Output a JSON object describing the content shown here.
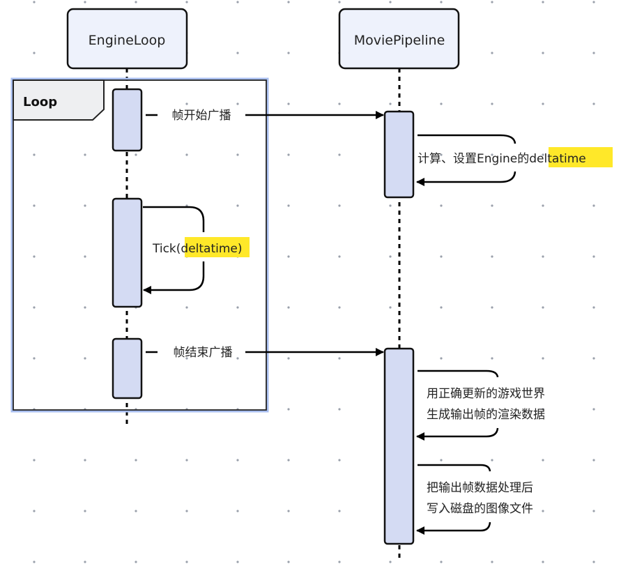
{
  "colors": {
    "participant_fill": "#eef2fc",
    "activation_fill": "#d4dbf3",
    "loop_header_fill": "#eeeff1",
    "loop_border_highlight": "#a9bff0",
    "highlight": "#ffe829",
    "grid_dot": "#9aa0ab",
    "line": "#000000"
  },
  "participants": [
    {
      "id": "engine",
      "label": "EngineLoop"
    },
    {
      "id": "pipeline",
      "label": "MoviePipeline"
    }
  ],
  "fragment": {
    "type": "loop",
    "label": "Loop"
  },
  "messages": [
    {
      "id": "m1",
      "from": "engine",
      "to": "pipeline",
      "parts": [
        {
          "text": "帧开始广播",
          "highlight": false
        }
      ]
    },
    {
      "id": "m2",
      "from": "pipeline",
      "to": "pipeline",
      "parts": [
        {
          "text": "计算、设置Engine的",
          "highlight": false
        },
        {
          "text": "deltatime",
          "highlight": true
        }
      ]
    },
    {
      "id": "m3",
      "from": "engine",
      "to": "engine",
      "parts": [
        {
          "text": "Tick(",
          "highlight": false
        },
        {
          "text": "deltatime",
          "highlight": true
        },
        {
          "text": ")",
          "highlight": false
        }
      ]
    },
    {
      "id": "m4",
      "from": "engine",
      "to": "pipeline",
      "parts": [
        {
          "text": "帧结束广播",
          "highlight": false
        }
      ]
    },
    {
      "id": "m5",
      "from": "pipeline",
      "to": "pipeline",
      "lines": [
        "用正确更新的游戏世界",
        "生成输出帧的渲染数据"
      ]
    },
    {
      "id": "m6",
      "from": "pipeline",
      "to": "pipeline",
      "lines": [
        "把输出帧数据处理后",
        "写入磁盘的图像文件"
      ]
    }
  ]
}
